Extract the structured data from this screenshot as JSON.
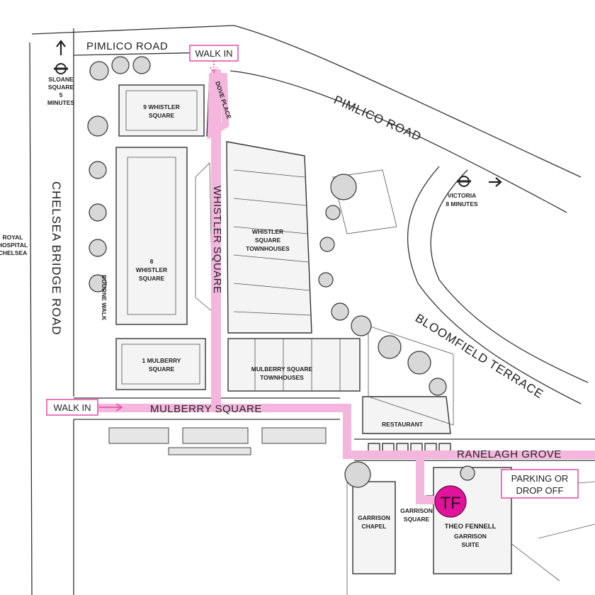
{
  "roads": {
    "pimlico_top": "PIMLICO ROAD",
    "pimlico_diag": "PIMLICO ROAD",
    "chelsea_bridge": "CHELSEA BRIDGE ROAD",
    "bloomfield": "BLOOMFIELD TERRACE",
    "whistler_square": "WHISTLER SQUARE",
    "mulberry_square": "MULBERRY SQUARE",
    "ranelagh_grove": "RANELAGH GROVE",
    "dove_place": "DOVE PLACE",
    "bourne_walk": "BOURNE WALK"
  },
  "stations": {
    "sloane": [
      "SLOANE",
      "SQUARE",
      "5",
      "MINUTES"
    ],
    "victoria": [
      "VICTORIA",
      "8 MINUTES"
    ]
  },
  "places": {
    "royal_hospital": [
      "ROYAL",
      "HOSPITAL",
      "CHELSEA"
    ],
    "whistler_9": [
      "9 WHISTLER",
      "SQUARE"
    ],
    "whistler_8": [
      "8",
      "WHISTLER",
      "SQUARE"
    ],
    "mulberry_1": [
      "1 MULBERRY",
      "SQUARE"
    ],
    "whistler_townhouses": [
      "WHISTLER",
      "SQUARE",
      "TOWNHOUSES"
    ],
    "mulberry_townhouses": [
      "MULBERRY SQUARE",
      "TOWNHOUSES"
    ],
    "restaurant": "RESTAURANT",
    "garrison_chapel": [
      "GARRISON",
      "CHAPEL"
    ],
    "garrison_square": [
      "GARRISON",
      "SQUARE"
    ],
    "theo_fennell": "THEO FENNELL",
    "garrison_suite": [
      "GARRISON",
      "SUITE"
    ]
  },
  "callouts": {
    "walk_in_top": "WALK IN",
    "walk_in_left": "WALK IN",
    "parking": [
      "PARKING OR",
      "DROP OFF"
    ]
  },
  "logo": {
    "letter": "TF"
  },
  "icons": {
    "north_arrow": "up-arrow-icon",
    "tube_sloane": "underground-roundel-icon",
    "tube_victoria": "underground-roundel-icon",
    "victoria_arrow": "right-arrow-icon"
  },
  "colors": {
    "route": "#f4b6dc",
    "accent": "#e04aa8",
    "logo_fill": "#e0139a"
  }
}
